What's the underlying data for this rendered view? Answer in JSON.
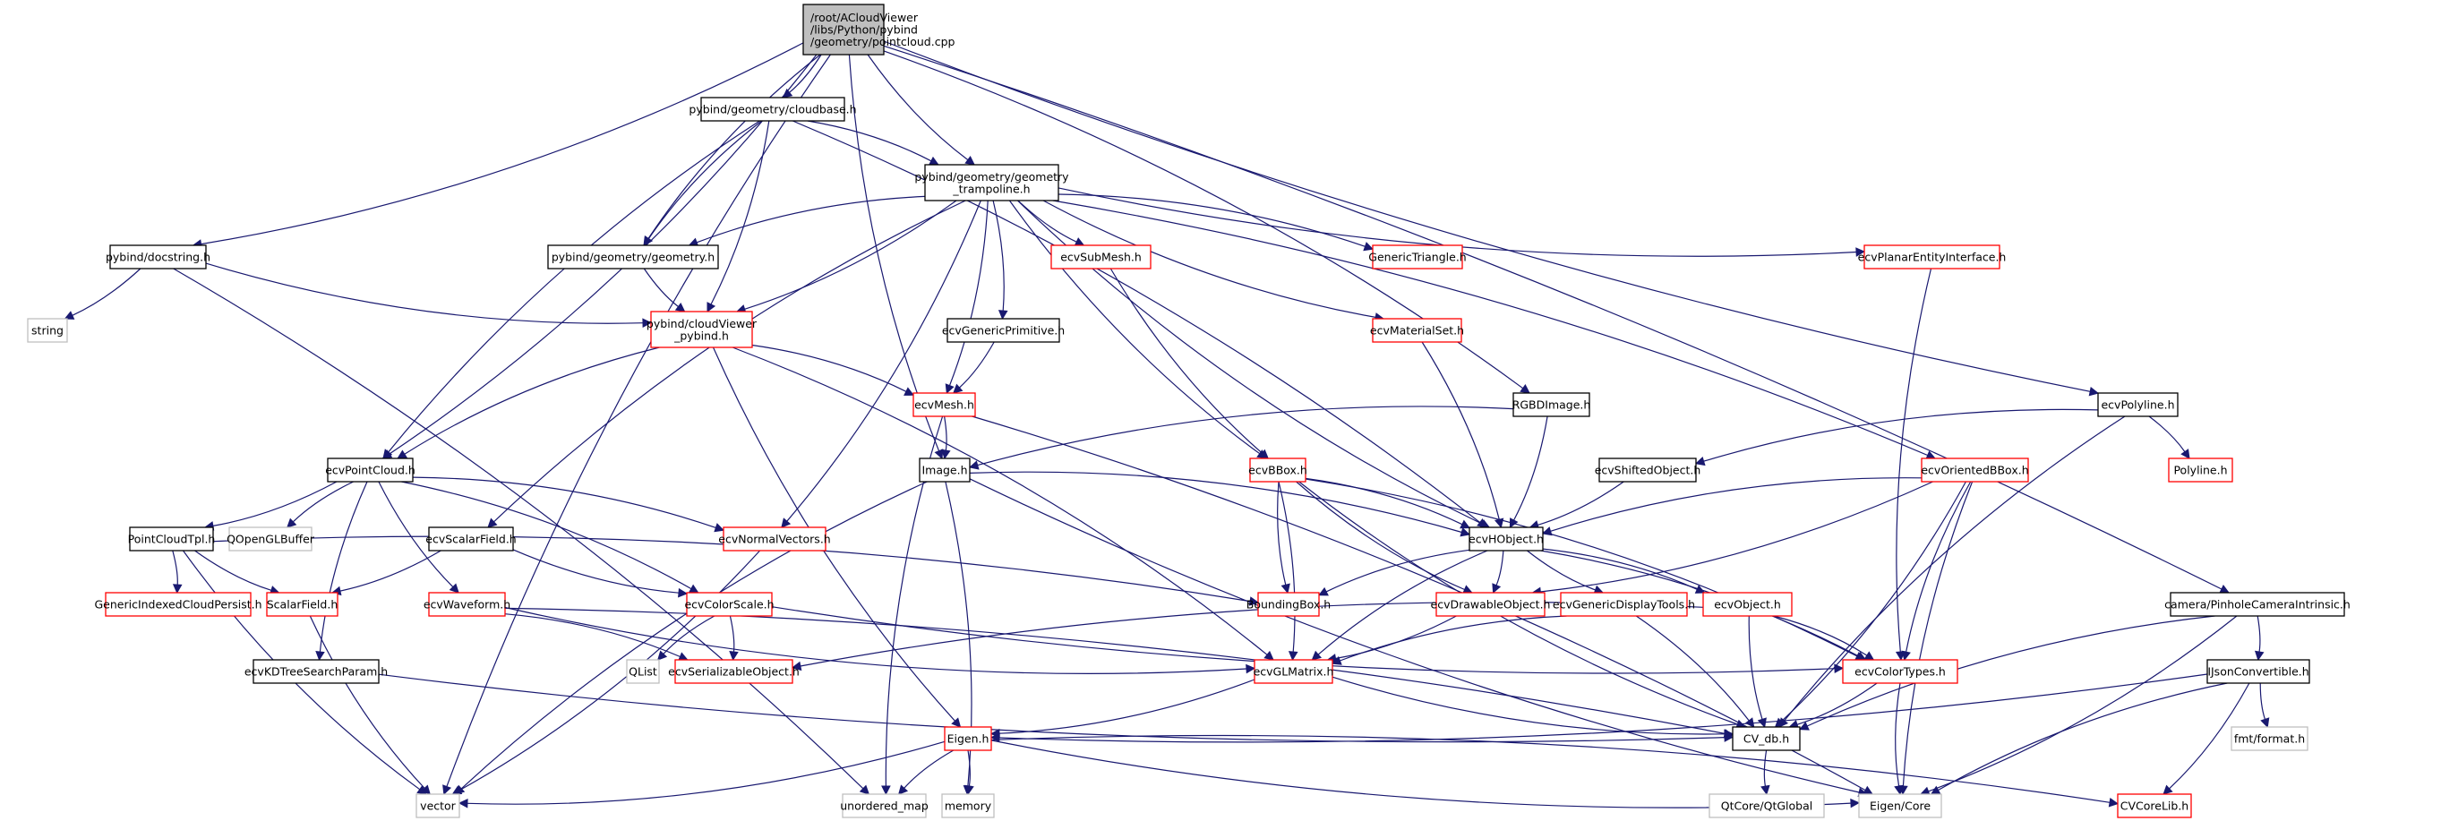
{
  "title": "Include dependency graph for pointcloud.cpp",
  "colors": {
    "edge": "#191970",
    "root_fill": "#bfbfbf",
    "root_border": "#000000",
    "documented_border": "#000000",
    "truncated_border": "#ff0000",
    "external_border": "#bfbfbf",
    "node_fill": "#ffffff"
  },
  "nodes": [
    {
      "id": "root",
      "lines": [
        "/root/ACloudViewer",
        "/libs/Python/pybind",
        "/geometry/pointcloud.cpp"
      ],
      "kind": "root"
    },
    {
      "id": "cloudbase",
      "lines": [
        "pybind/geometry/cloudbase.h"
      ],
      "kind": "doc"
    },
    {
      "id": "trampoline",
      "lines": [
        "pybind/geometry/geometry",
        "_trampoline.h"
      ],
      "kind": "doc"
    },
    {
      "id": "docstring",
      "lines": [
        "pybind/docstring.h"
      ],
      "kind": "doc"
    },
    {
      "id": "geometry_h",
      "lines": [
        "pybind/geometry/geometry.h"
      ],
      "kind": "doc"
    },
    {
      "id": "ecvSubMesh",
      "lines": [
        "ecvSubMesh.h"
      ],
      "kind": "trunc"
    },
    {
      "id": "GenericTriangle",
      "lines": [
        "GenericTriangle.h"
      ],
      "kind": "trunc"
    },
    {
      "id": "ecvPlanarEntityInterface",
      "lines": [
        "ecvPlanarEntityInterface.h"
      ],
      "kind": "trunc"
    },
    {
      "id": "string",
      "lines": [
        "string"
      ],
      "kind": "ext"
    },
    {
      "id": "cloudViewer_pybind",
      "lines": [
        "pybind/cloudViewer",
        "_pybind.h"
      ],
      "kind": "trunc"
    },
    {
      "id": "ecvGenericPrimitive",
      "lines": [
        "ecvGenericPrimitive.h"
      ],
      "kind": "doc"
    },
    {
      "id": "ecvMaterialSet",
      "lines": [
        "ecvMaterialSet.h"
      ],
      "kind": "trunc"
    },
    {
      "id": "ecvMesh",
      "lines": [
        "ecvMesh.h"
      ],
      "kind": "trunc"
    },
    {
      "id": "RGBDImage",
      "lines": [
        "RGBDImage.h"
      ],
      "kind": "doc"
    },
    {
      "id": "ecvPolyline",
      "lines": [
        "ecvPolyline.h"
      ],
      "kind": "doc"
    },
    {
      "id": "ecvPointCloud",
      "lines": [
        "ecvPointCloud.h"
      ],
      "kind": "doc"
    },
    {
      "id": "Image",
      "lines": [
        "Image.h"
      ],
      "kind": "doc"
    },
    {
      "id": "ecvBBox",
      "lines": [
        "ecvBBox.h"
      ],
      "kind": "trunc"
    },
    {
      "id": "ecvShiftedObject",
      "lines": [
        "ecvShiftedObject.h"
      ],
      "kind": "doc"
    },
    {
      "id": "ecvOrientedBBox",
      "lines": [
        "ecvOrientedBBox.h"
      ],
      "kind": "trunc"
    },
    {
      "id": "Polyline",
      "lines": [
        "Polyline.h"
      ],
      "kind": "trunc"
    },
    {
      "id": "PointCloudTpl",
      "lines": [
        "PointCloudTpl.h"
      ],
      "kind": "doc"
    },
    {
      "id": "QOpenGLBuffer",
      "lines": [
        "QOpenGLBuffer"
      ],
      "kind": "ext"
    },
    {
      "id": "ecvScalarField",
      "lines": [
        "ecvScalarField.h"
      ],
      "kind": "doc"
    },
    {
      "id": "ecvNormalVectors",
      "lines": [
        "ecvNormalVectors.h"
      ],
      "kind": "trunc"
    },
    {
      "id": "ecvHObject",
      "lines": [
        "ecvHObject.h"
      ],
      "kind": "doc"
    },
    {
      "id": "GenericIndexedCloudPersist",
      "lines": [
        "GenericIndexedCloudPersist.h"
      ],
      "kind": "trunc"
    },
    {
      "id": "ScalarField",
      "lines": [
        "ScalarField.h"
      ],
      "kind": "trunc"
    },
    {
      "id": "ecvWaveform",
      "lines": [
        "ecvWaveform.h"
      ],
      "kind": "trunc"
    },
    {
      "id": "ecvColorScale",
      "lines": [
        "ecvColorScale.h"
      ],
      "kind": "trunc"
    },
    {
      "id": "BoundingBox",
      "lines": [
        "BoundingBox.h"
      ],
      "kind": "trunc"
    },
    {
      "id": "ecvDrawableObject",
      "lines": [
        "ecvDrawableObject.h"
      ],
      "kind": "trunc"
    },
    {
      "id": "ecvGenericDisplayTools",
      "lines": [
        "ecvGenericDisplayTools.h"
      ],
      "kind": "trunc"
    },
    {
      "id": "ecvObject",
      "lines": [
        "ecvObject.h"
      ],
      "kind": "trunc"
    },
    {
      "id": "PinholeCameraIntrinsic",
      "lines": [
        "camera/PinholeCameraIntrinsic.h"
      ],
      "kind": "doc"
    },
    {
      "id": "ecvKDTreeSearchParam",
      "lines": [
        "ecvKDTreeSearchParam.h"
      ],
      "kind": "doc"
    },
    {
      "id": "QList",
      "lines": [
        "QList"
      ],
      "kind": "ext"
    },
    {
      "id": "ecvSerializableObject",
      "lines": [
        "ecvSerializableObject.h"
      ],
      "kind": "trunc"
    },
    {
      "id": "ecvGLMatrix",
      "lines": [
        "ecvGLMatrix.h"
      ],
      "kind": "trunc"
    },
    {
      "id": "ecvColorTypes",
      "lines": [
        "ecvColorTypes.h"
      ],
      "kind": "trunc"
    },
    {
      "id": "IJsonConvertible",
      "lines": [
        "IJsonConvertible.h"
      ],
      "kind": "doc"
    },
    {
      "id": "Eigen_h",
      "lines": [
        "Eigen.h"
      ],
      "kind": "trunc"
    },
    {
      "id": "CV_db",
      "lines": [
        "CV_db.h"
      ],
      "kind": "doc"
    },
    {
      "id": "fmt_format",
      "lines": [
        "fmt/format.h"
      ],
      "kind": "ext"
    },
    {
      "id": "vector",
      "lines": [
        "vector"
      ],
      "kind": "ext"
    },
    {
      "id": "unordered_map",
      "lines": [
        "unordered_map"
      ],
      "kind": "ext"
    },
    {
      "id": "memory",
      "lines": [
        "memory"
      ],
      "kind": "ext"
    },
    {
      "id": "QtGlobal",
      "lines": [
        "QtCore/QtGlobal"
      ],
      "kind": "ext"
    },
    {
      "id": "Eigen_Core",
      "lines": [
        "Eigen/Core"
      ],
      "kind": "ext"
    },
    {
      "id": "CVCoreLib",
      "lines": [
        "CVCoreLib.h"
      ],
      "kind": "trunc"
    }
  ],
  "edges": [
    [
      "root",
      "cloudbase"
    ],
    [
      "root",
      "trampoline"
    ],
    [
      "root",
      "docstring"
    ],
    [
      "root",
      "geometry_h"
    ],
    [
      "root",
      "ecvPointCloud"
    ],
    [
      "root",
      "Image"
    ],
    [
      "root",
      "RGBDImage"
    ],
    [
      "root",
      "ecvPolyline"
    ],
    [
      "root",
      "PinholeCameraIntrinsic"
    ],
    [
      "root",
      "vector"
    ],
    [
      "cloudbase",
      "trampoline"
    ],
    [
      "cloudbase",
      "geometry_h"
    ],
    [
      "cloudbase",
      "cloudViewer_pybind"
    ],
    [
      "cloudbase",
      "ecvPointCloud"
    ],
    [
      "cloudbase",
      "ecvHObject"
    ],
    [
      "trampoline",
      "geometry_h"
    ],
    [
      "trampoline",
      "cloudViewer_pybind"
    ],
    [
      "trampoline",
      "ecvSubMesh"
    ],
    [
      "trampoline",
      "GenericTriangle"
    ],
    [
      "trampoline",
      "ecvPlanarEntityInterface"
    ],
    [
      "trampoline",
      "ecvGenericPrimitive"
    ],
    [
      "trampoline",
      "ecvMaterialSet"
    ],
    [
      "trampoline",
      "ecvMesh"
    ],
    [
      "trampoline",
      "ecvBBox"
    ],
    [
      "trampoline",
      "ecvOrientedBBox"
    ],
    [
      "trampoline",
      "ecvScalarField"
    ],
    [
      "trampoline",
      "ecvNormalVectors"
    ],
    [
      "trampoline",
      "ecvHObject"
    ],
    [
      "docstring",
      "string"
    ],
    [
      "docstring",
      "cloudViewer_pybind"
    ],
    [
      "docstring",
      "unordered_map"
    ],
    [
      "geometry_h",
      "cloudViewer_pybind"
    ],
    [
      "cloudViewer_pybind",
      "ecvMesh"
    ],
    [
      "cloudViewer_pybind",
      "ecvPointCloud"
    ],
    [
      "cloudViewer_pybind",
      "ecvGLMatrix"
    ],
    [
      "cloudViewer_pybind",
      "Eigen_h"
    ],
    [
      "ecvGenericPrimitive",
      "ecvMesh"
    ],
    [
      "ecvSubMesh",
      "ecvBBox"
    ],
    [
      "ecvMaterialSet",
      "ecvHObject"
    ],
    [
      "ecvPlanarEntityInterface",
      "ecvColorTypes"
    ],
    [
      "ecvMesh",
      "Image"
    ],
    [
      "ecvMesh",
      "unordered_map"
    ],
    [
      "ecvMesh",
      "Eigen_Core"
    ],
    [
      "RGBDImage",
      "Image"
    ],
    [
      "RGBDImage",
      "ecvHObject"
    ],
    [
      "ecvPolyline",
      "ecvShiftedObject"
    ],
    [
      "ecvPolyline",
      "Polyline"
    ],
    [
      "ecvPolyline",
      "CV_db"
    ],
    [
      "ecvPointCloud",
      "PointCloudTpl"
    ],
    [
      "ecvPointCloud",
      "QOpenGLBuffer"
    ],
    [
      "ecvPointCloud",
      "ecvNormalVectors"
    ],
    [
      "ecvPointCloud",
      "ecvWaveform"
    ],
    [
      "ecvPointCloud",
      "ecvColorScale"
    ],
    [
      "ecvPointCloud",
      "ecvKDTreeSearchParam"
    ],
    [
      "Image",
      "ecvHObject"
    ],
    [
      "Image",
      "vector"
    ],
    [
      "Image",
      "memory"
    ],
    [
      "Image",
      "Eigen_Core"
    ],
    [
      "ecvBBox",
      "ecvHObject"
    ],
    [
      "ecvBBox",
      "BoundingBox"
    ],
    [
      "ecvBBox",
      "ecvGLMatrix"
    ],
    [
      "ecvBBox",
      "ecvDrawableObject"
    ],
    [
      "ecvBBox",
      "ecvColorTypes"
    ],
    [
      "ecvBBox",
      "CV_db"
    ],
    [
      "ecvShiftedObject",
      "ecvHObject"
    ],
    [
      "ecvOrientedBBox",
      "ecvHObject"
    ],
    [
      "ecvOrientedBBox",
      "ecvDrawableObject"
    ],
    [
      "ecvOrientedBBox",
      "ecvColorTypes"
    ],
    [
      "ecvOrientedBBox",
      "CV_db"
    ],
    [
      "ecvOrientedBBox",
      "Eigen_Core"
    ],
    [
      "PointCloudTpl",
      "GenericIndexedCloudPersist"
    ],
    [
      "PointCloudTpl",
      "ScalarField"
    ],
    [
      "PointCloudTpl",
      "BoundingBox"
    ],
    [
      "PointCloudTpl",
      "vector"
    ],
    [
      "ecvScalarField",
      "ScalarField"
    ],
    [
      "ecvScalarField",
      "ecvColorScale"
    ],
    [
      "ecvNormalVectors",
      "vector"
    ],
    [
      "ecvHObject",
      "BoundingBox"
    ],
    [
      "ecvHObject",
      "ecvDrawableObject"
    ],
    [
      "ecvHObject",
      "ecvGenericDisplayTools"
    ],
    [
      "ecvHObject",
      "ecvObject"
    ],
    [
      "ecvHObject",
      "ecvGLMatrix"
    ],
    [
      "ecvHObject",
      "ecvColorTypes"
    ],
    [
      "ScalarField",
      "vector"
    ],
    [
      "ecvWaveform",
      "ecvSerializableObject"
    ],
    [
      "ecvWaveform",
      "ecvGLMatrix"
    ],
    [
      "ecvWaveform",
      "CV_db"
    ],
    [
      "ecvColorScale",
      "QList"
    ],
    [
      "ecvColorScale",
      "ecvSerializableObject"
    ],
    [
      "ecvColorScale",
      "ecvColorTypes"
    ],
    [
      "ecvDrawableObject",
      "ecvGLMatrix"
    ],
    [
      "ecvGenericDisplayTools",
      "ecvGLMatrix"
    ],
    [
      "ecvGenericDisplayTools",
      "CV_db"
    ],
    [
      "ecvObject",
      "ecvSerializableObject"
    ],
    [
      "ecvObject",
      "ecvColorTypes"
    ],
    [
      "ecvObject",
      "CV_db"
    ],
    [
      "PinholeCameraIntrinsic",
      "IJsonConvertible"
    ],
    [
      "PinholeCameraIntrinsic",
      "CV_db"
    ],
    [
      "PinholeCameraIntrinsic",
      "Eigen_Core"
    ],
    [
      "ecvKDTreeSearchParam",
      "CV_db"
    ],
    [
      "ecvGLMatrix",
      "Eigen_h"
    ],
    [
      "ecvGLMatrix",
      "CV_db"
    ],
    [
      "ecvColorTypes",
      "CV_db"
    ],
    [
      "ecvColorTypes",
      "Eigen_Core"
    ],
    [
      "IJsonConvertible",
      "Eigen_h"
    ],
    [
      "IJsonConvertible",
      "fmt_format"
    ],
    [
      "IJsonConvertible",
      "CVCoreLib"
    ],
    [
      "IJsonConvertible",
      "Eigen_Core"
    ],
    [
      "Eigen_h",
      "vector"
    ],
    [
      "Eigen_h",
      "unordered_map"
    ],
    [
      "Eigen_h",
      "memory"
    ],
    [
      "Eigen_h",
      "Eigen_Core"
    ],
    [
      "Eigen_h",
      "CVCoreLib"
    ],
    [
      "CV_db",
      "QtGlobal"
    ]
  ]
}
